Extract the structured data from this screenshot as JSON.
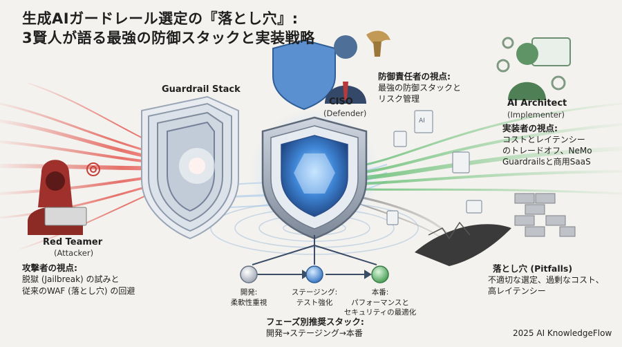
{
  "title": {
    "line1": "生成AIガードレール選定の『落とし穴』:",
    "line2": "3賢人が語る最強の防御スタックと実装戦略"
  },
  "stack_label": "Guardrail Stack",
  "ciso": {
    "name": "CISO",
    "role": "(Defender)",
    "view_title": "防御責任者の視点:",
    "view_lines": [
      "最強の防御スタックと",
      "リスク管理"
    ]
  },
  "architect": {
    "name": "AI Architect",
    "role": "(Implementer)",
    "view_title": "実装者の視点:",
    "view_lines": [
      "コストとレイテンシー",
      "のトレードオフ、NeMo",
      "Guardrailsと商用SaaS"
    ]
  },
  "red_team": {
    "name": "Red Teamer",
    "role": "(Attacker)",
    "view_title": "攻撃者の視点:",
    "view_lines": [
      "脱獄 (Jailbreak) の試みと",
      "従来のWAF (落とし穴) の回避"
    ]
  },
  "pitfalls": {
    "title": "落とし穴 (Pitfalls)",
    "lines": [
      "不適切な選定、過剰なコスト、",
      "高レイテンシー"
    ]
  },
  "phases": [
    {
      "name": "開発:",
      "desc": "柔軟性重視"
    },
    {
      "name": "ステージング:",
      "desc": "テスト強化"
    },
    {
      "name": "本番:",
      "desc": "パフォーマンスと",
      "desc2": "セキュリティの最適化"
    }
  ],
  "phase_stack": {
    "title": "フェーズ別推奨スタック:",
    "flow": "開発→ステージング→本番"
  },
  "credit": "2025 AI KnowledgeFlow",
  "icons": {
    "small_doc": "AI"
  },
  "colors": {
    "attack_red": "#e0473f",
    "defense_blue": "#3f86d6",
    "green_flow": "#5cad6a",
    "shield_steel": "#8b97a8"
  }
}
